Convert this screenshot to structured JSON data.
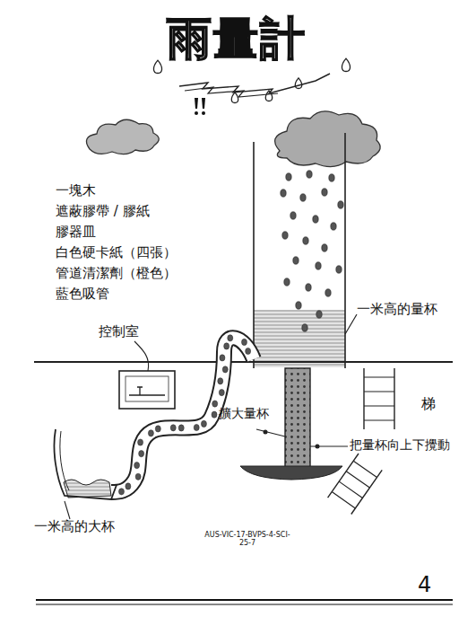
{
  "diagram": {
    "title": "雨量計",
    "labels": [
      "一塊木",
      "遮蔽膠帶 / 膠紙",
      "膠器皿",
      "白色硬卡紙（四張）",
      "管道清潔劑（橙色）",
      "藍色吸管",
      "控制室",
      "一米高的量杯",
      "擴大量杯",
      "梯",
      "把量杯向上下攪動",
      "一米高的大杯",
      "AUS-VIC-17-BVPS-4-SCI- 25-7",
      "4"
    ]
  }
}
